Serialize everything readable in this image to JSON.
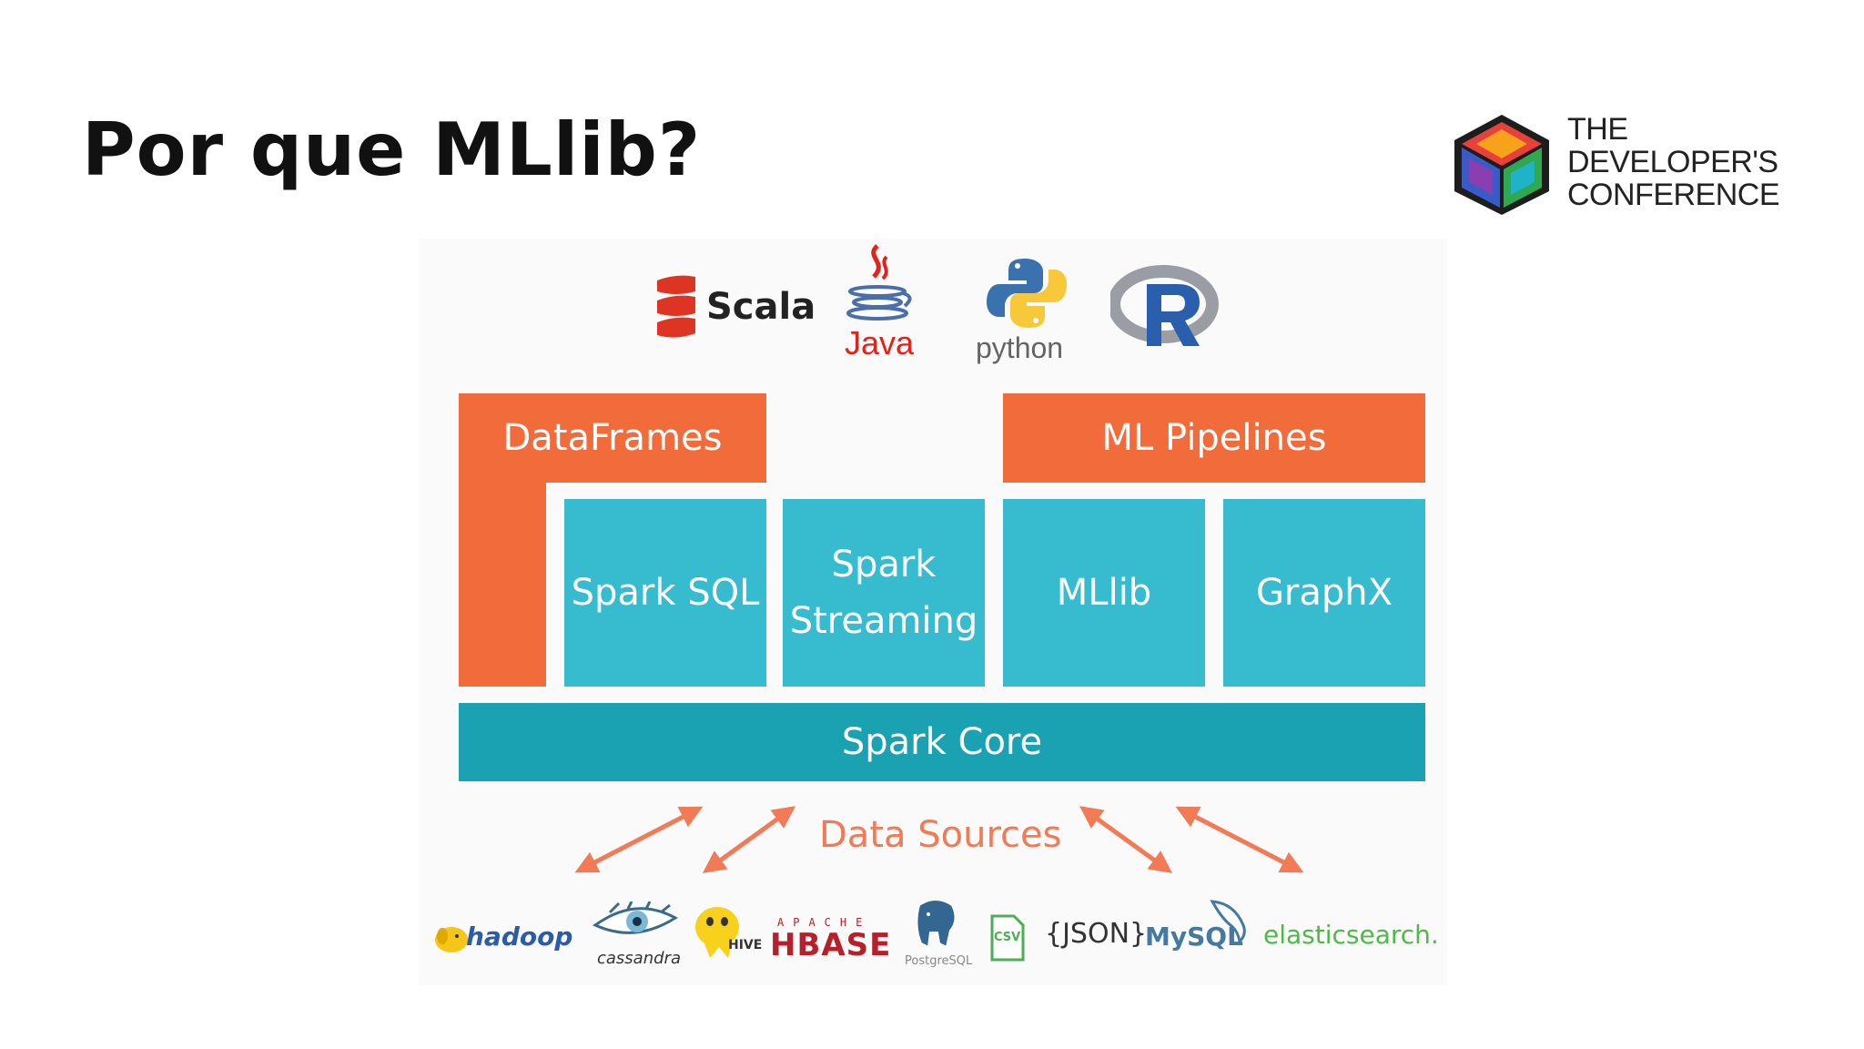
{
  "slide": {
    "title": "Por que MLlib?"
  },
  "brand": {
    "lines": [
      "THE",
      "DEVELOPER'S",
      "CONFERENCE"
    ]
  },
  "languages": {
    "scala": "Scala",
    "java": "Java",
    "python": "python"
  },
  "blocks": {
    "dataframes": "DataFrames",
    "ml_pipelines": "ML Pipelines",
    "spark_sql": "Spark SQL",
    "spark_streaming_1": "Spark",
    "spark_streaming_2": "Streaming",
    "mllib": "MLlib",
    "graphx": "GraphX",
    "spark_core": "Spark Core"
  },
  "data_sources_label": "Data Sources",
  "sources": {
    "hadoop": "hadoop",
    "cassandra": "cassandra",
    "hive": "HIVE",
    "hbase_top": "APACHE",
    "hbase": "HBASE",
    "postgres": "PostgreSQL",
    "csv": "CSV",
    "json": "{JSON}",
    "mysql": "MySQL",
    "elastic": "elasticsearch."
  },
  "colors": {
    "orange": "#f26b3a",
    "teal": "#37bccf",
    "core": "#1aa2b3",
    "arrow": "#f27a55"
  }
}
